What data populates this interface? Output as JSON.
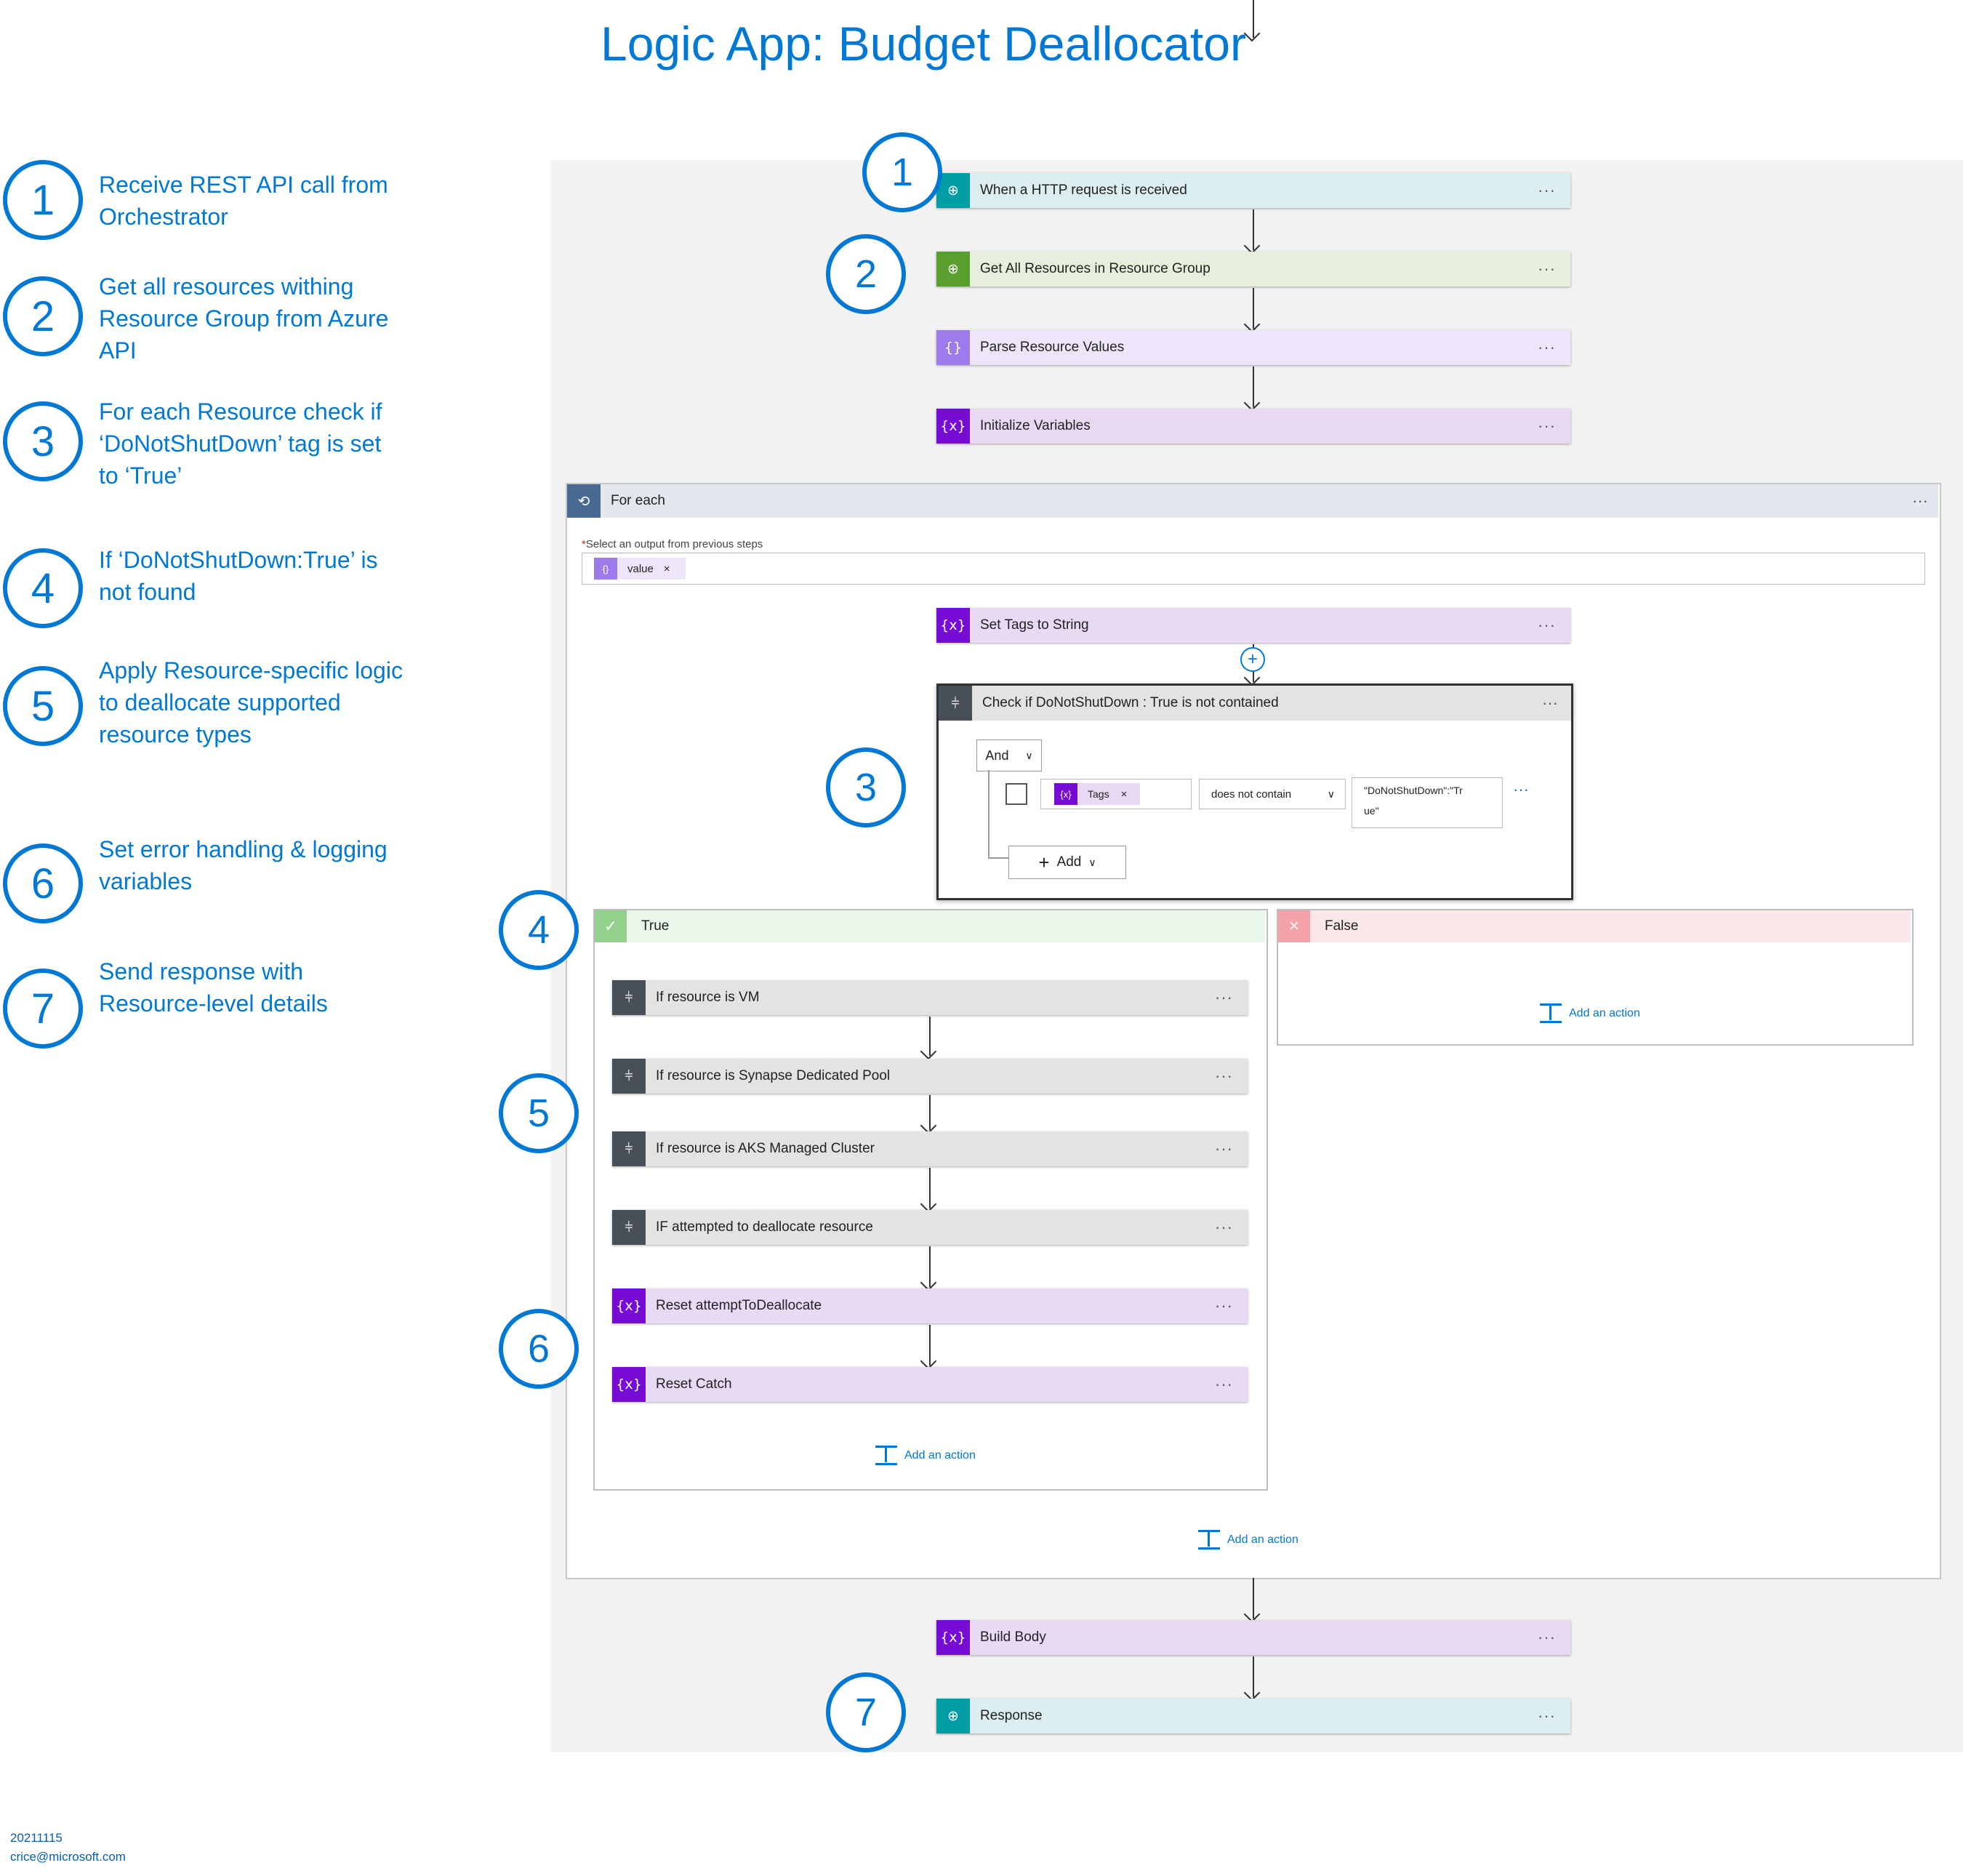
{
  "title": "Logic App: Budget Deallocator",
  "legend": [
    {
      "num": "1",
      "text": "Receive REST API call from Orchestrator"
    },
    {
      "num": "2",
      "text": "Get all resources withing Resource Group from Azure API"
    },
    {
      "num": "3",
      "text": "For each Resource check if ‘DoNotShutDown’ tag is set to ‘True’"
    },
    {
      "num": "4",
      "text": "If ‘DoNotShutDown:True’ is not found"
    },
    {
      "num": "5",
      "text": "Apply Resource-specific logic to deallocate supported resource types"
    },
    {
      "num": "6",
      "text": "Set error handling & logging variables"
    },
    {
      "num": "7",
      "text": "Send response with Resource-level details"
    }
  ],
  "steps": {
    "http": "When a HTTP request is received",
    "get_all": "Get All Resources in Resource Group",
    "parse": "Parse Resource Values",
    "init_vars": "Initialize Variables",
    "foreach": "For each",
    "foreach_field_label": "Select an output from previous steps",
    "foreach_token": "value",
    "set_tags": "Set Tags to String",
    "check": "Check if DoNotShutDown : True is not contained",
    "and_label": "And",
    "tags_token": "Tags",
    "operator": "does not contain",
    "compare_value_1": "\"DoNotShutDown\":\"Tr",
    "compare_value_2": "ue\"",
    "add_label": "Add",
    "true_label": "True",
    "false_label": "False",
    "if_vm": "If resource is VM",
    "if_synapse": "If resource is Synapse Dedicated Pool",
    "if_aks": "If resource is AKS Managed Cluster",
    "if_attempted": "IF attempted to deallocate resource",
    "reset_attempt": "Reset attemptToDeallocate",
    "reset_catch": "Reset Catch",
    "add_action": "Add an action",
    "build_body": "Build Body",
    "response": "Response"
  },
  "dots": "···",
  "step_markers": [
    "1",
    "2",
    "3",
    "4",
    "5",
    "6",
    "7"
  ],
  "footer": {
    "date": "20211115",
    "email": "crice@microsoft.com"
  },
  "colors": {
    "accent": "#0078d4",
    "request_header": "#dceef0",
    "request_icon": "#009da5",
    "http_header": "#e7f0dd",
    "http_icon": "#5a9e2f",
    "variable_header": "#e8daf5",
    "variable_icon": "#770bd6",
    "condition_header": "#e3e3e3",
    "condition_icon": "#484f58",
    "true_header": "#eaf6ea",
    "false_header": "#fde7e9"
  }
}
